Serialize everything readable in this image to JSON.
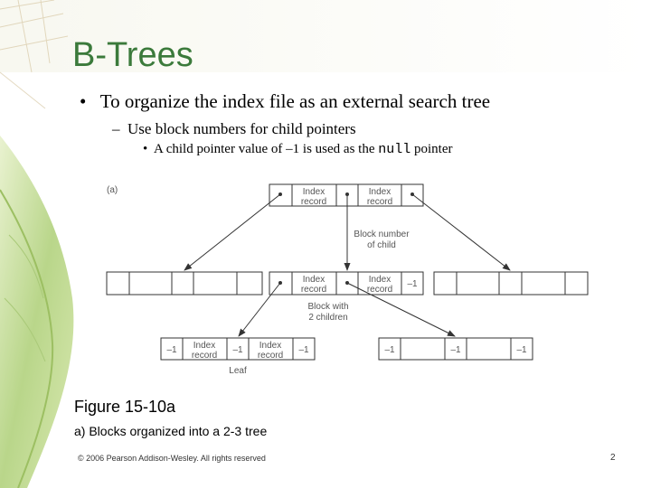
{
  "slide": {
    "title": "B-Trees",
    "bullet1": "To organize the index file as an external search tree",
    "bullet2": "Use block numbers for child pointers",
    "bullet3_prefix": "A child pointer value of –1 is used as the",
    "bullet3_code": "null",
    "bullet3_suffix": "pointer",
    "bullet_mark": "•",
    "dash_mark": "–"
  },
  "figure": {
    "panel_label": "(a)",
    "index_record": [
      "Index",
      "record"
    ],
    "null_pointer": "–1",
    "annot_block_number": [
      "Block number",
      "of child"
    ],
    "annot_block_children": [
      "Block with",
      "2 children"
    ],
    "annot_leaf": "Leaf",
    "figure_title": "Figure 15-10a",
    "caption": "a) Blocks organized into a 2-3 tree"
  },
  "footer": {
    "copyright": "© 2006 Pearson Addison-Wesley. All rights reserved",
    "page_number": "2"
  },
  "colors": {
    "title": "#3b7a3b",
    "diagram_text": "#555555",
    "diagram_line": "#333333"
  }
}
